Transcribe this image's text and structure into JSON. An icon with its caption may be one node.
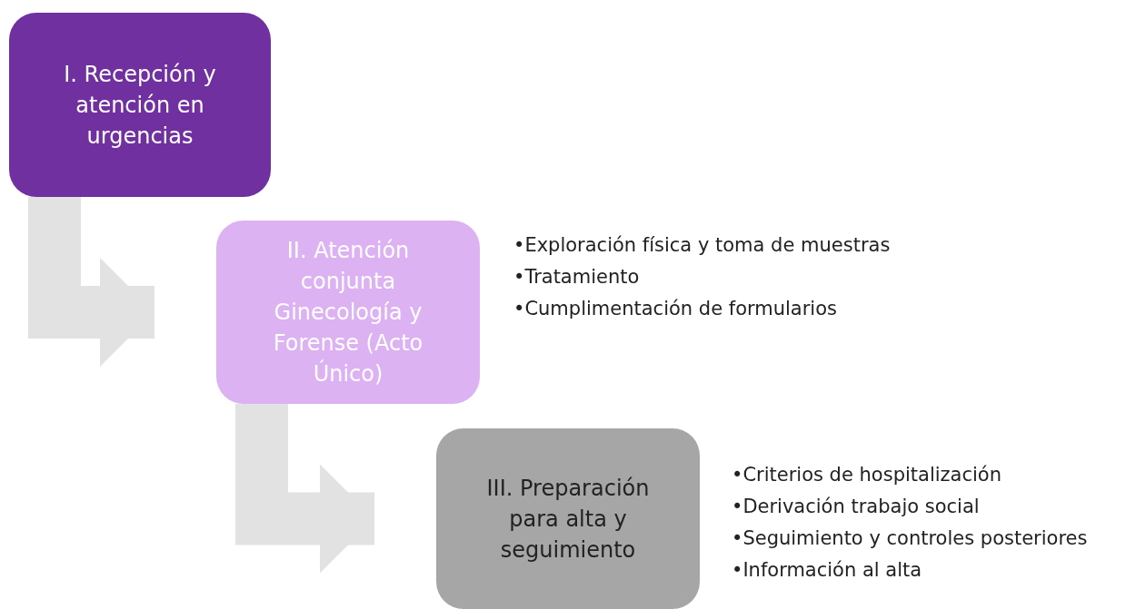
{
  "diagram": {
    "nodes": [
      {
        "text": [
          "I. Recepción y atención en urgencias"
        ]
      },
      {
        "text": [
          "II. Atención conjunta Ginecología y Forense (Acto Único)"
        ],
        "beside": [
          "•Exploración física y toma de muestras",
          "•Tratamiento",
          "•Cumplimentación de formularios"
        ]
      },
      {
        "text": [
          "III. Preparación para alta y seguimiento"
        ],
        "beside": [
          "•Criterios de hospitalización",
          "•Derivación trabajo social",
          "•Seguimiento y controles posteriores",
          "•Información al alta"
        ]
      }
    ],
    "edges": [
      {
        "from": 0,
        "to": 1,
        "arrow": "to"
      },
      {
        "from": 1,
        "to": 2,
        "arrow": "to"
      }
    ]
  }
}
